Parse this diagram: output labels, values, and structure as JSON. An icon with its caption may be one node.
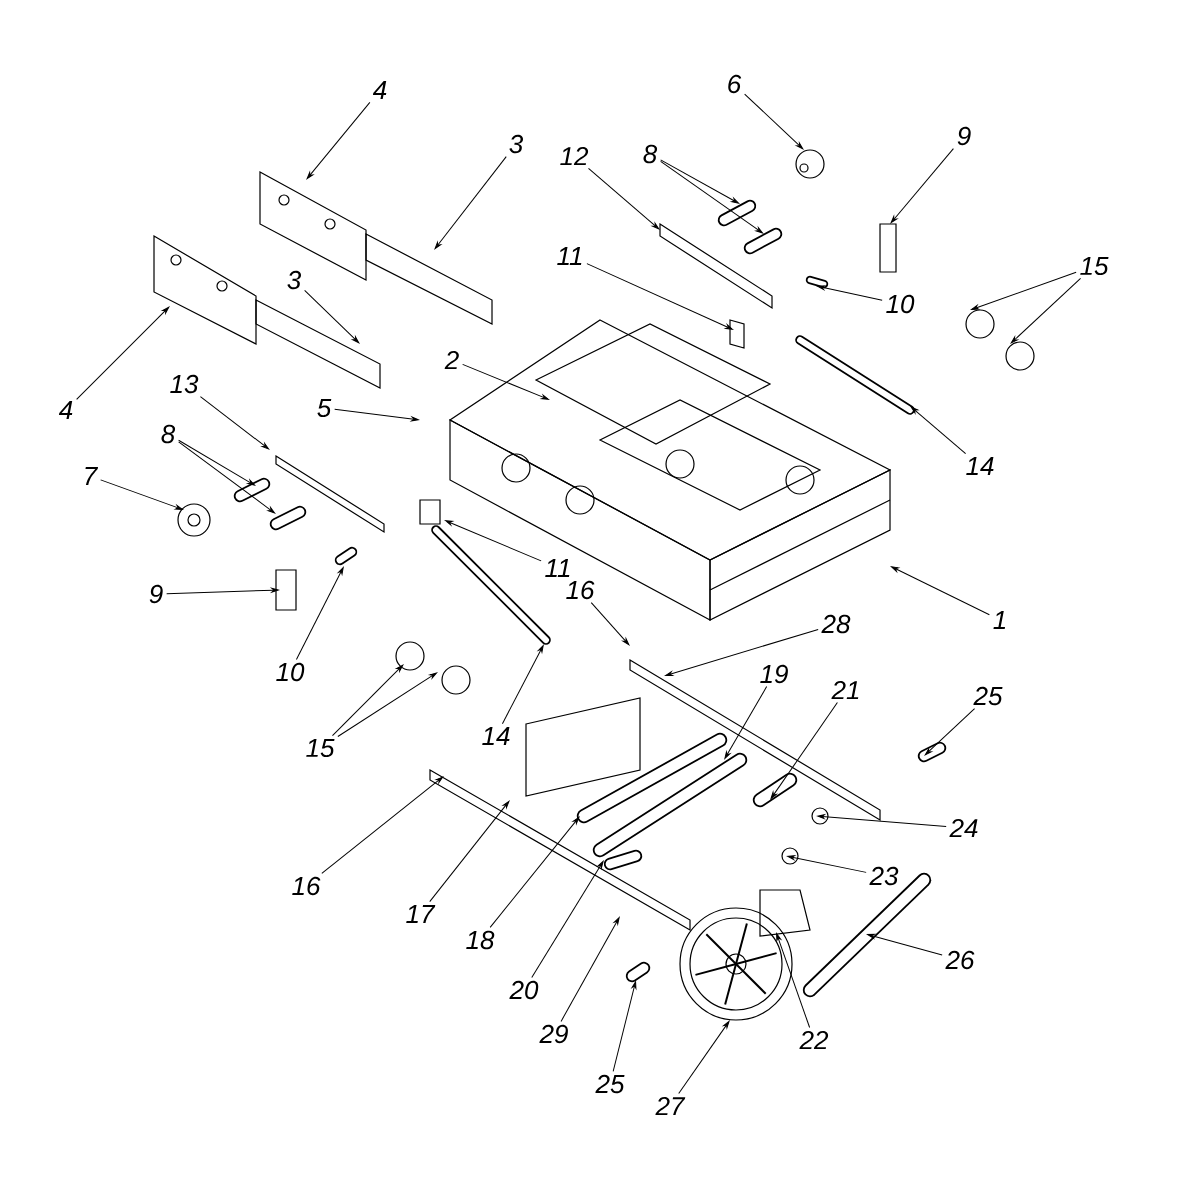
{
  "diagram": {
    "nodes": [
      {
        "text": [
          "4"
        ]
      },
      {
        "text": [
          "6"
        ]
      },
      {
        "text": [
          "3"
        ]
      },
      {
        "text": [
          "9"
        ]
      },
      {
        "text": [
          "12"
        ]
      },
      {
        "text": [
          "8"
        ]
      },
      {
        "text": [
          "11"
        ]
      },
      {
        "text": [
          "15"
        ]
      },
      {
        "text": [
          "3"
        ]
      },
      {
        "text": [
          "10"
        ]
      },
      {
        "text": [
          "2"
        ]
      },
      {
        "text": [
          "13"
        ]
      },
      {
        "text": [
          "5"
        ]
      },
      {
        "text": [
          "8"
        ]
      },
      {
        "text": [
          "4"
        ]
      },
      {
        "text": [
          "7"
        ]
      },
      {
        "text": [
          "14"
        ]
      },
      {
        "text": [
          "11"
        ]
      },
      {
        "text": [
          "9"
        ]
      },
      {
        "text": [
          "16"
        ]
      },
      {
        "text": [
          "1"
        ]
      },
      {
        "text": [
          "28"
        ]
      },
      {
        "text": [
          "10"
        ]
      },
      {
        "text": [
          "19"
        ]
      },
      {
        "text": [
          "21"
        ]
      },
      {
        "text": [
          "25"
        ]
      },
      {
        "text": [
          "14"
        ]
      },
      {
        "text": [
          "15"
        ]
      },
      {
        "text": [
          "24"
        ]
      },
      {
        "text": [
          "23"
        ]
      },
      {
        "text": [
          "16"
        ]
      },
      {
        "text": [
          "17"
        ]
      },
      {
        "text": [
          "18"
        ]
      },
      {
        "text": [
          "26"
        ]
      },
      {
        "text": [
          "20"
        ]
      },
      {
        "text": [
          "29"
        ]
      },
      {
        "text": [
          "22"
        ]
      },
      {
        "text": [
          "25"
        ]
      },
      {
        "text": [
          "27"
        ]
      }
    ],
    "edges": [
      {
        "from": 0,
        "to": null,
        "arrow": "to"
      },
      {
        "from": 1,
        "to": null,
        "arrow": "to"
      },
      {
        "from": 2,
        "to": null,
        "arrow": "to"
      },
      {
        "from": 3,
        "to": null,
        "arrow": "to"
      },
      {
        "from": 4,
        "to": null,
        "arrow": "to"
      },
      {
        "from": 5,
        "to": null,
        "arrow": "to"
      },
      {
        "from": 5,
        "to": null,
        "arrow": "to"
      },
      {
        "from": 6,
        "to": null,
        "arrow": "to"
      },
      {
        "from": 7,
        "to": null,
        "arrow": "to"
      },
      {
        "from": 7,
        "to": null,
        "arrow": "to"
      },
      {
        "from": 8,
        "to": null,
        "arrow": "to"
      },
      {
        "from": 9,
        "to": null,
        "arrow": "to"
      },
      {
        "from": 10,
        "to": null,
        "arrow": "to"
      },
      {
        "from": 11,
        "to": null,
        "arrow": "to"
      },
      {
        "from": 12,
        "to": null,
        "arrow": "to"
      },
      {
        "from": 13,
        "to": null,
        "arrow": "to"
      },
      {
        "from": 13,
        "to": null,
        "arrow": "to"
      },
      {
        "from": 14,
        "to": null,
        "arrow": "to"
      },
      {
        "from": 15,
        "to": null,
        "arrow": "to"
      },
      {
        "from": 16,
        "to": null,
        "arrow": "to"
      },
      {
        "from": 17,
        "to": null,
        "arrow": "to"
      },
      {
        "from": 18,
        "to": null,
        "arrow": "to"
      },
      {
        "from": 19,
        "to": null,
        "arrow": "to"
      },
      {
        "from": 20,
        "to": null,
        "arrow": "to"
      },
      {
        "from": 21,
        "to": null,
        "arrow": "to"
      },
      {
        "from": 22,
        "to": null,
        "arrow": "to"
      },
      {
        "from": 23,
        "to": null,
        "arrow": "to"
      },
      {
        "from": 24,
        "to": null,
        "arrow": "to"
      },
      {
        "from": 25,
        "to": null,
        "arrow": "to"
      },
      {
        "from": 26,
        "to": null,
        "arrow": "to"
      },
      {
        "from": 27,
        "to": null,
        "arrow": "to"
      },
      {
        "from": 27,
        "to": null,
        "arrow": "to"
      },
      {
        "from": 28,
        "to": null,
        "arrow": "to"
      },
      {
        "from": 29,
        "to": null,
        "arrow": "to"
      },
      {
        "from": 30,
        "to": null,
        "arrow": "to"
      },
      {
        "from": 31,
        "to": null,
        "arrow": "to"
      },
      {
        "from": 32,
        "to": null,
        "arrow": "to"
      },
      {
        "from": 33,
        "to": null,
        "arrow": "to"
      },
      {
        "from": 34,
        "to": null,
        "arrow": "to"
      },
      {
        "from": 35,
        "to": null,
        "arrow": "to"
      },
      {
        "from": 36,
        "to": null,
        "arrow": "to"
      },
      {
        "from": 37,
        "to": null,
        "arrow": "to"
      },
      {
        "from": 38,
        "to": null,
        "arrow": "to"
      }
    ]
  }
}
